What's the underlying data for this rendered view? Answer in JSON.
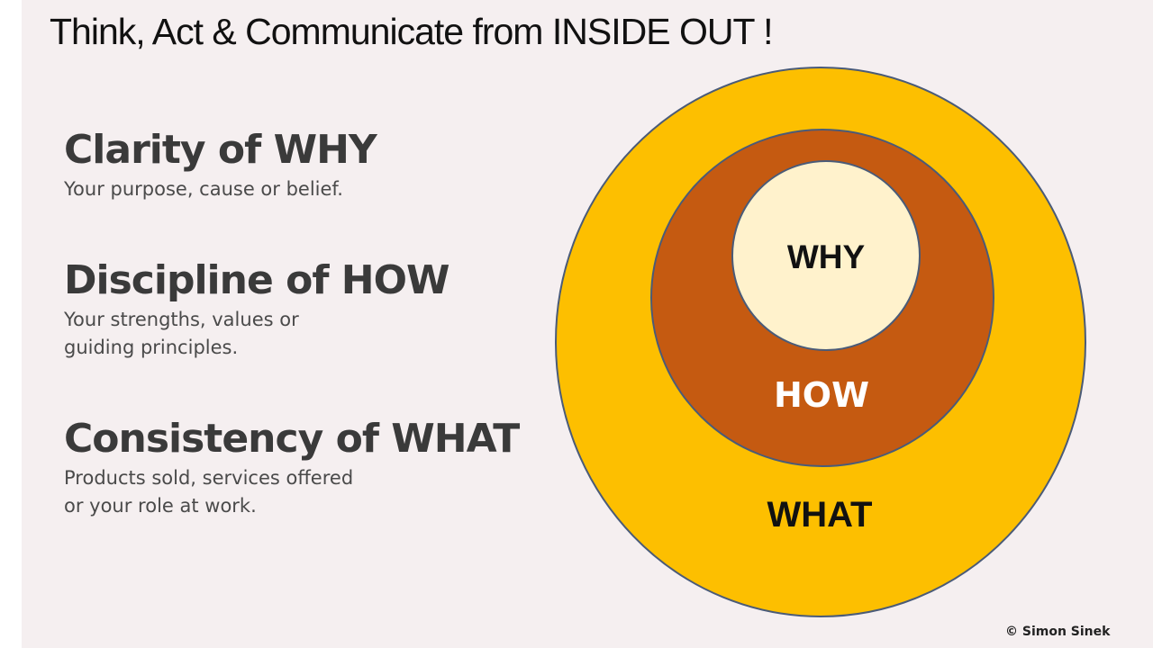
{
  "title": "Think, Act & Communicate from INSIDE OUT !",
  "sections": [
    {
      "heading": "Clarity of WHY",
      "description": "Your purpose, cause or belief."
    },
    {
      "heading": "Discipline of HOW",
      "description": "Your strengths, values or\nguiding principles."
    },
    {
      "heading": "Consistency of WHAT",
      "description": "Products sold, services offered\nor your role at work."
    }
  ],
  "circles": {
    "outer": {
      "label": "WHAT",
      "color": "#fdbf00"
    },
    "middle": {
      "label": "HOW",
      "color": "#c55a11"
    },
    "inner": {
      "label": "WHY",
      "color": "#fff2cc"
    }
  },
  "copyright": "© Simon Sinek"
}
